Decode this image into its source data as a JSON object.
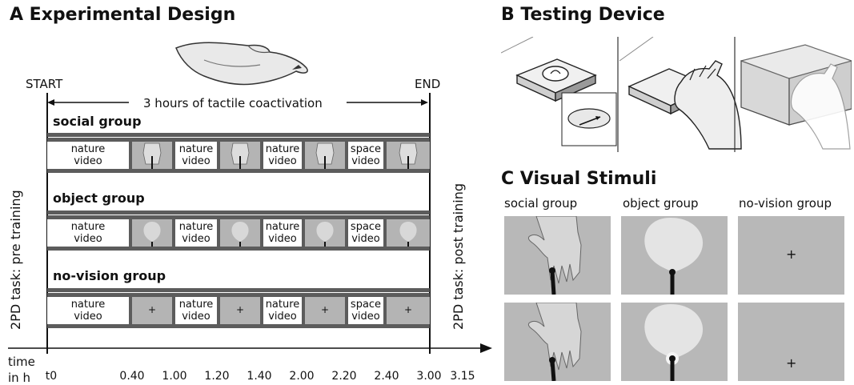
{
  "panelA": {
    "title": "A Experimental Design",
    "start_label": "START",
    "end_label": "END",
    "duration_label": "3 hours of tactile coactivation",
    "groups": [
      {
        "name": "social group",
        "stim": "hand-icon",
        "cells": [
          "nature\nvideo",
          "nature\nvideo",
          "nature\nvideo",
          "space\nvideo"
        ]
      },
      {
        "name": "object group",
        "stim": "balloon-icon",
        "cells": [
          "nature\nvideo",
          "nature\nvideo",
          "nature\nvideo",
          "space\nvideo"
        ]
      },
      {
        "name": "no-vision group",
        "stim": "fixation-cross-icon",
        "cells": [
          "nature\nvideo",
          "nature\nvideo",
          "nature\nvideo",
          "space\nvideo"
        ]
      }
    ],
    "pre_task": "2PD task: pre training",
    "post_task": "2PD task: post training",
    "time_label_1": "time",
    "time_label_2": "in h",
    "ticks": [
      "t0",
      "0.40",
      "1.00",
      "1.20",
      "1.40",
      "2.00",
      "2.20",
      "2.40",
      "3.00",
      "3.15"
    ],
    "fixation": "+"
  },
  "panelB": {
    "title": "B Testing Device"
  },
  "panelC": {
    "title": "C Visual Stimuli",
    "columns": [
      "social group",
      "object group",
      "no-vision group"
    ],
    "fixation": "+"
  }
}
